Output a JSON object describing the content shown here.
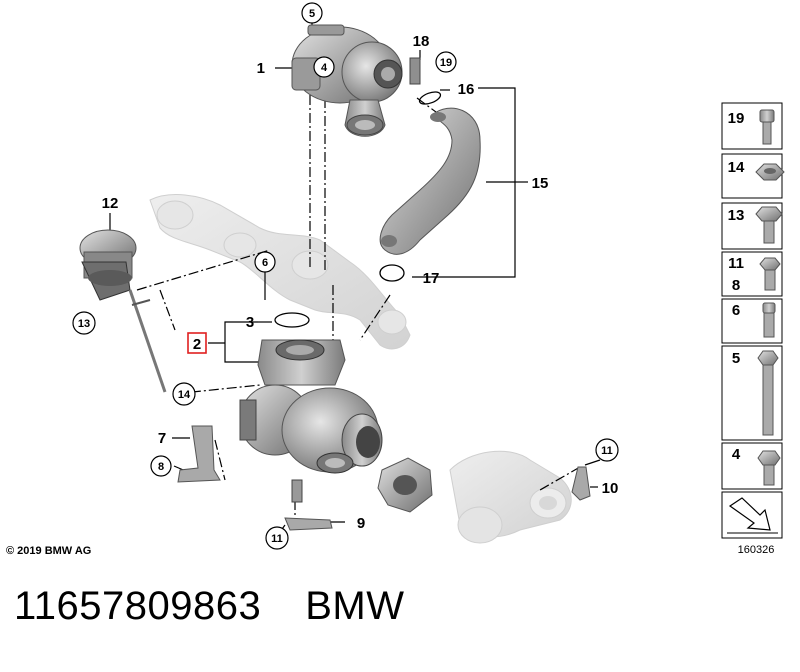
{
  "callouts": {
    "c1": "1",
    "c2": "2",
    "c3": "3",
    "c4": "4",
    "c5": "5",
    "c6": "6",
    "c7": "7",
    "c8": "8",
    "c9": "9",
    "c10": "10",
    "c11a": "11",
    "c11b": "11",
    "c12": "12",
    "c13": "13",
    "c14": "14",
    "c15": "15",
    "c16": "16",
    "c17": "17",
    "c18": "18",
    "c19": "19"
  },
  "side_parts": [
    {
      "label": "19",
      "icon": "socket-head-bolt-icon"
    },
    {
      "label": "14",
      "icon": "hex-nut-icon"
    },
    {
      "label": "13",
      "icon": "flange-bolt-icon"
    },
    {
      "label": "11",
      "label2": "8",
      "icon": "hex-bolt-icon"
    },
    {
      "label": "6",
      "icon": "torx-bolt-icon"
    },
    {
      "label": "5",
      "icon": "long-stud-bolt-icon"
    },
    {
      "label": "4",
      "icon": "hex-bolt-short-icon"
    }
  ],
  "copyright": "© 2019 BMW AG",
  "diagram_ref": "160326",
  "part_number": "11657809863",
  "brand": "BMW"
}
